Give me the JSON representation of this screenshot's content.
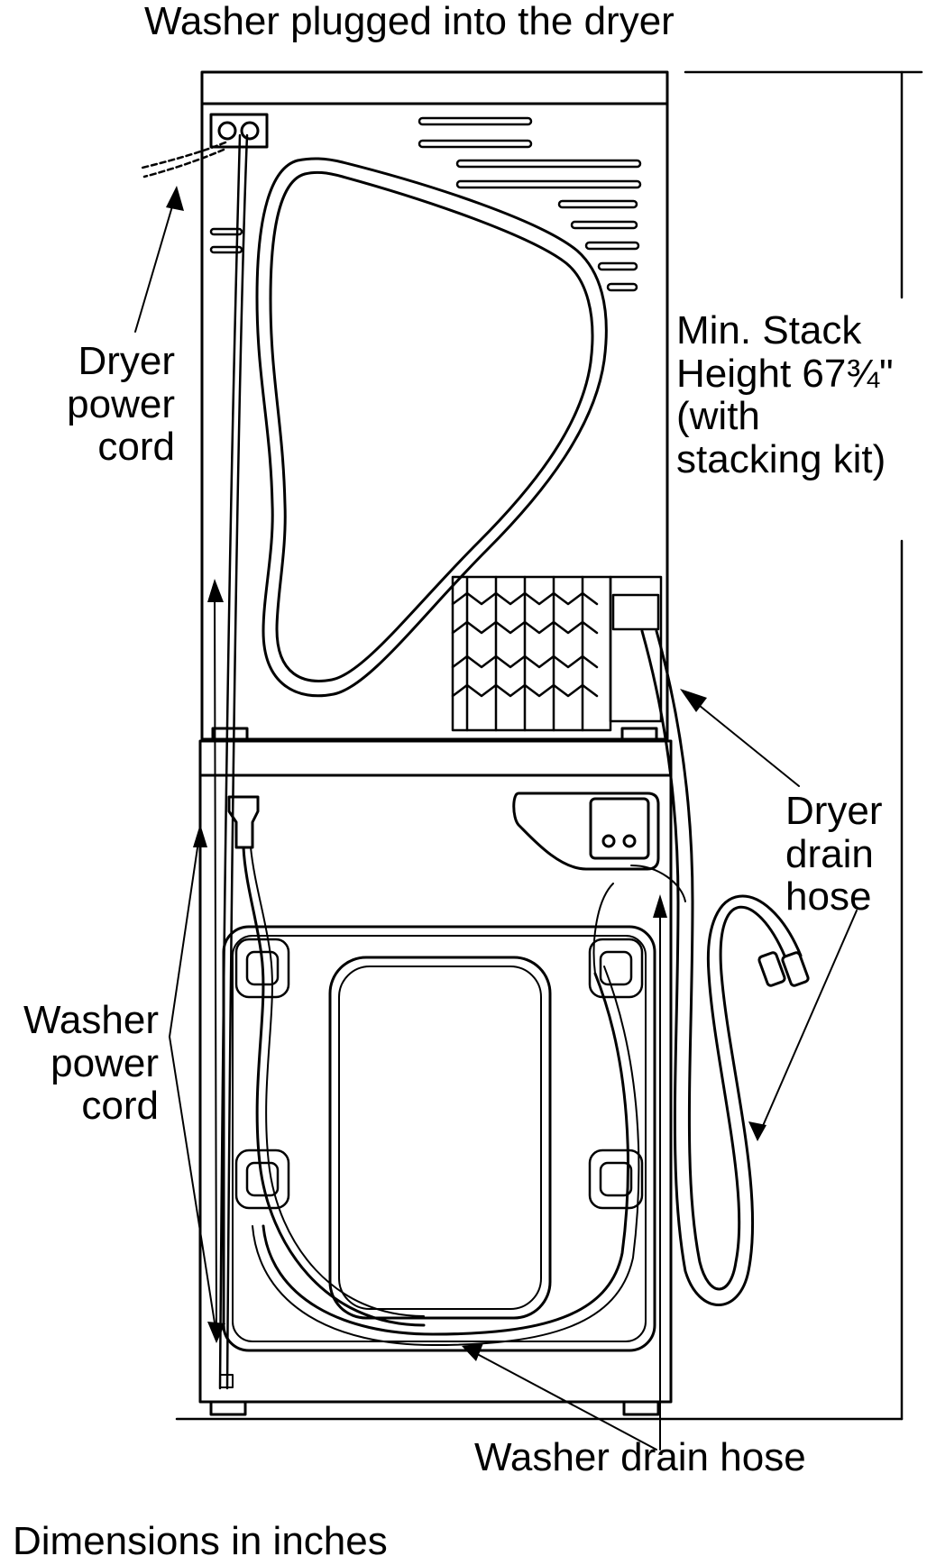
{
  "diagram": {
    "title": "Washer plugged into the dryer",
    "labels": {
      "dryer_power_cord": [
        "Dryer",
        "power",
        "cord"
      ],
      "stack_height": [
        "Min. Stack",
        "Height 67¾\"",
        "(with",
        "stacking kit)"
      ],
      "dryer_drain_hose": [
        "Dryer",
        "drain",
        "hose"
      ],
      "washer_power_cord": [
        "Washer",
        "power",
        "cord"
      ],
      "washer_drain_hose": "Washer drain hose",
      "dimensions_note": "Dimensions in inches"
    }
  }
}
